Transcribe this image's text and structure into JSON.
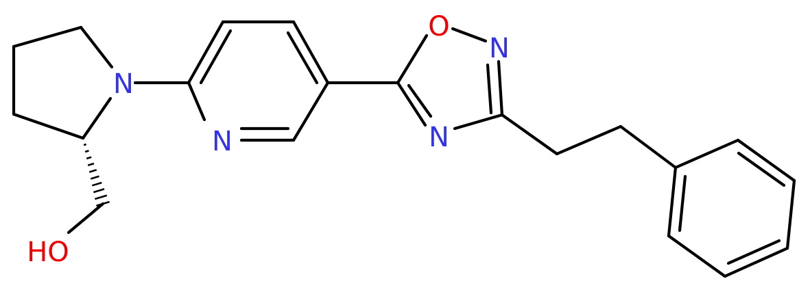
{
  "colors": {
    "bond": "#000000",
    "nitrogen": "#3333ee",
    "oxygen": "#ee0000",
    "background": "#ffffff"
  },
  "atoms": {
    "n_pyrrolidine": "N",
    "n_pyridine": "N",
    "o_oxadiazole": "O",
    "n2_oxadiazole": "N",
    "n4_oxadiazole": "N",
    "hydroxyl": "HO"
  }
}
